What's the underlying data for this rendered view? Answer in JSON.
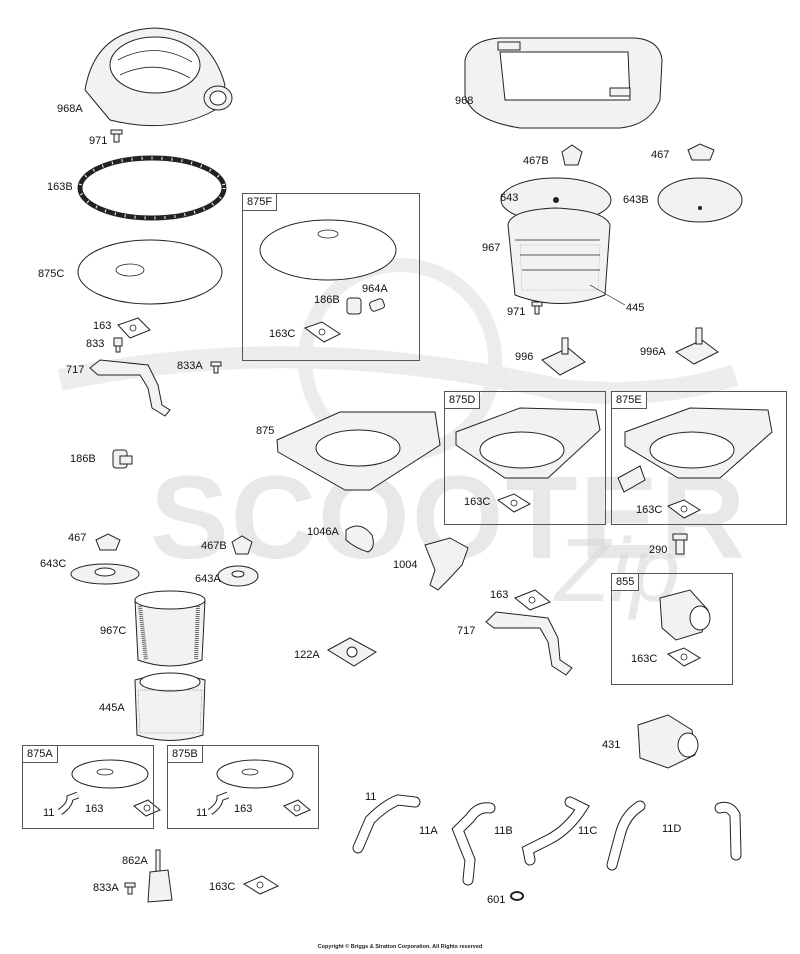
{
  "labels": {
    "p968A": "968A",
    "p971a": "971",
    "p163B": "163B",
    "p875C": "875C",
    "p163a": "163",
    "p833": "833",
    "p717a": "717",
    "p833Aa": "833A",
    "p186Ba": "186B",
    "p968": "968",
    "p467Ba": "467B",
    "p467a": "467",
    "p643": "643",
    "p643B": "643B",
    "p967": "967",
    "p971b": "971",
    "p445": "445",
    "p996": "996",
    "p996A": "996A",
    "p186Bb": "186B",
    "p964A": "964A",
    "p163Ca": "163C",
    "p875": "875",
    "p163Cb": "163C",
    "p163Cc": "163C",
    "p467b": "467",
    "p643C": "643C",
    "p467Bb": "467B",
    "p643A": "643A",
    "p1046A": "1046A",
    "p1004": "1004",
    "p290": "290",
    "p967C": "967C",
    "p122A": "122A",
    "p163b": "163",
    "p717b": "717",
    "p163Cd": "163C",
    "p445A": "445A",
    "p431": "431",
    "p11a": "11",
    "p163c": "163",
    "p11b": "11",
    "p163d": "163",
    "p11c": "11",
    "p11A": "11A",
    "p11B": "11B",
    "p11C": "11C",
    "p11D": "11D",
    "p862A": "862A",
    "p833Ab": "833A",
    "p163Ce": "163C",
    "p601": "601"
  },
  "boxes": {
    "b875F": "875F",
    "b875D": "875D",
    "b875E": "875E",
    "b855": "855",
    "b875A": "875A",
    "b875B": "875B"
  },
  "watermark": {
    "main": "SCOOTER",
    "script": "Zip"
  },
  "copyright": "Copyright © Briggs & Stratton Corporation. All Rights reserved"
}
